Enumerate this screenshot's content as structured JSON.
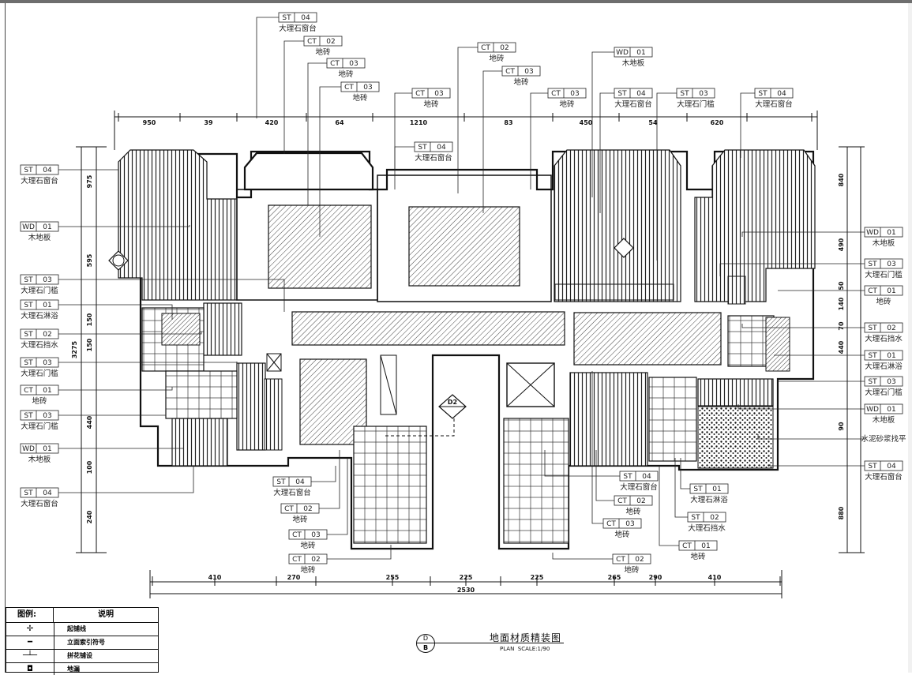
{
  "drawing": {
    "title": "地面材质精装图",
    "subtitle": "PLAN  SCALE:1/90",
    "section_marker": {
      "top": "D",
      "bottom": "B"
    },
    "elevation_marker": "D2"
  },
  "tags": [
    {
      "code": "ST",
      "num": "04",
      "caption": "大理石窗台"
    },
    {
      "code": "CT",
      "num": "02",
      "caption": "地砖"
    },
    {
      "code": "CT",
      "num": "03",
      "caption": "地砖"
    },
    {
      "code": "CT",
      "num": "03",
      "caption": "地砖"
    },
    {
      "code": "CT",
      "num": "02",
      "caption": "地砖"
    },
    {
      "code": "CT",
      "num": "03",
      "caption": "地砖"
    },
    {
      "code": "CT",
      "num": "03",
      "caption": "地砖"
    },
    {
      "code": "ST",
      "num": "04",
      "caption": "大理石窗台"
    },
    {
      "code": "WD",
      "num": "01",
      "caption": "木地板"
    },
    {
      "code": "CT",
      "num": "03",
      "caption": "地砖"
    },
    {
      "code": "ST",
      "num": "04",
      "caption": "大理石窗台"
    },
    {
      "code": "ST",
      "num": "03",
      "caption": "大理石门槛"
    },
    {
      "code": "ST",
      "num": "04",
      "caption": "大理石窗台"
    },
    {
      "code": "ST",
      "num": "04",
      "caption": "大理石窗台"
    },
    {
      "code": "WD",
      "num": "01",
      "caption": "木地板"
    },
    {
      "code": "ST",
      "num": "03",
      "caption": "大理石门槛"
    },
    {
      "code": "ST",
      "num": "01",
      "caption": "大理石淋浴"
    },
    {
      "code": "ST",
      "num": "02",
      "caption": "大理石挡水"
    },
    {
      "code": "ST",
      "num": "03",
      "caption": "大理石门槛"
    },
    {
      "code": "CT",
      "num": "01",
      "caption": "地砖"
    },
    {
      "code": "ST",
      "num": "03",
      "caption": "大理石门槛"
    },
    {
      "code": "WD",
      "num": "01",
      "caption": "木地板"
    },
    {
      "code": "ST",
      "num": "04",
      "caption": "大理石窗台"
    },
    {
      "code": "WD",
      "num": "01",
      "caption": "木地板"
    },
    {
      "code": "ST",
      "num": "03",
      "caption": "大理石门槛"
    },
    {
      "code": "CT",
      "num": "01",
      "caption": "地砖"
    },
    {
      "code": "ST",
      "num": "02",
      "caption": "大理石挡水"
    },
    {
      "code": "ST",
      "num": "01",
      "caption": "大理石淋浴"
    },
    {
      "code": "ST",
      "num": "03",
      "caption": "大理石门槛"
    },
    {
      "code": "WD",
      "num": "01",
      "caption": "木地板"
    },
    {
      "code": "",
      "num": "",
      "caption": "水泥砂浆找平"
    },
    {
      "code": "ST",
      "num": "04",
      "caption": "大理石窗台"
    },
    {
      "code": "ST",
      "num": "04",
      "caption": "大理石窗台"
    },
    {
      "code": "CT",
      "num": "02",
      "caption": "地砖"
    },
    {
      "code": "CT",
      "num": "03",
      "caption": "地砖"
    },
    {
      "code": "CT",
      "num": "02",
      "caption": "地砖"
    },
    {
      "code": "ST",
      "num": "04",
      "caption": "大理石窗台"
    },
    {
      "code": "CT",
      "num": "02",
      "caption": "地砖"
    },
    {
      "code": "CT",
      "num": "03",
      "caption": "地砖"
    },
    {
      "code": "ST",
      "num": "01",
      "caption": "大理石淋浴"
    },
    {
      "code": "ST",
      "num": "02",
      "caption": "大理石挡水"
    },
    {
      "code": "CT",
      "num": "01",
      "caption": "地砖"
    },
    {
      "code": "CT",
      "num": "02",
      "caption": "地砖"
    }
  ],
  "dimensions": {
    "top": [
      "950",
      "39",
      "420",
      "64",
      "1210",
      "83",
      "450",
      "54",
      "620"
    ],
    "bottom": [
      "410",
      "270",
      "255",
      "225",
      "225",
      "265",
      "290",
      "410"
    ],
    "bottom_total": "2530",
    "right": [
      "840",
      "490",
      "50",
      "140",
      "70",
      "440",
      "90",
      "880"
    ],
    "left": [
      "975",
      "595",
      "150",
      "150",
      "440",
      "100",
      "240"
    ],
    "left_total": "3275"
  },
  "legend": {
    "header_col1": "图例:",
    "header_col2": "说明",
    "rows": [
      "起铺线",
      "立面索引符号",
      "拼花铺设",
      "地漏"
    ]
  }
}
